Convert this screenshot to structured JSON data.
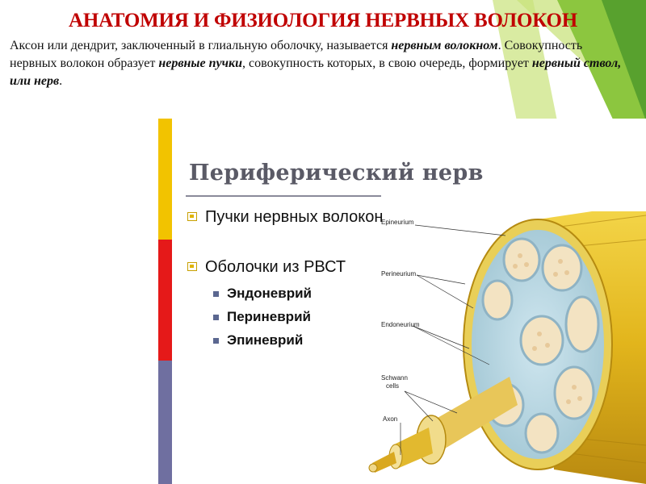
{
  "slide": {
    "title": "АНАТОМИЯ И ФИЗИОЛОГИЯ НЕРВНЫХ ВОЛОКОН",
    "intro": [
      {
        "text": "Аксон или дендрит, заключенный в глиальную оболочку, называется ",
        "bold": false
      },
      {
        "text": "нервным волокном",
        "bold": true
      },
      {
        "text": ". Совокупность нервных волокон образует ",
        "bold": false
      },
      {
        "text": "нервные пучки",
        "bold": true
      },
      {
        "text": ", совокупность которых, в свою очередь, формирует ",
        "bold": false
      },
      {
        "text": "нервный ствол, или нерв",
        "bold": true
      },
      {
        "text": ".",
        "bold": false
      }
    ]
  },
  "figure": {
    "title": "Периферический нерв",
    "bullets": [
      {
        "label": "Пучки нервных волокон"
      },
      {
        "label": "Оболочки из РВСТ"
      }
    ],
    "sub_bullets": [
      "Эндоневрий",
      "Периневрий",
      "Эпиневрий"
    ],
    "diagram_labels": {
      "epineurium": "Epineurium",
      "perineurium": "Perineurium",
      "endoneurium": "Endoneurium",
      "schwann1": "Schwann",
      "schwann2": "cells",
      "axon": "Axon"
    },
    "colors": {
      "bar_yellow": "#f2c300",
      "bar_red": "#e51919",
      "bar_gray": "#6f6fa0",
      "title_red": "#c00000",
      "accent_green": "#8cc63f"
    }
  }
}
